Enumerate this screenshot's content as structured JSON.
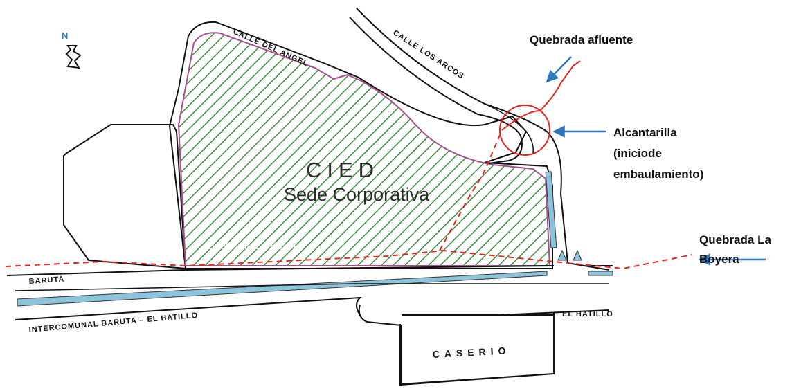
{
  "map": {
    "north_label": "N",
    "center_title": "CIED",
    "center_subtitle": "Sede Corporativa",
    "faint_stream_label": "Quebrada La Boyera",
    "streets": {
      "calle_del_angel": "CALLE DEL ANGEL",
      "calle_los_arcos": "CALLE LOS ARCOS",
      "baruta": "BARUTA",
      "intercomunal": "INTERCOMUNAL BARUTA – EL HATILLO",
      "el_hatillo": "EL HATILLO"
    },
    "caserio": "CASERIO"
  },
  "annotations": {
    "quebrada_afluente": "Quebrada afluente",
    "alcantarilla_line1": "Alcantarilla",
    "alcantarilla_line2": "(iniciode",
    "alcantarilla_line3": "embaulamiento)",
    "quebrada_la_line1": "Quebrada La",
    "quebrada_la_line2": "Boyera"
  },
  "colors": {
    "hatch_green": "#3f8a3a",
    "boundary_purple": "#a64f8f",
    "stream_red": "#e8231e",
    "arrow_blue": "#2f76bd",
    "median_blue": "#8cc4dd"
  }
}
